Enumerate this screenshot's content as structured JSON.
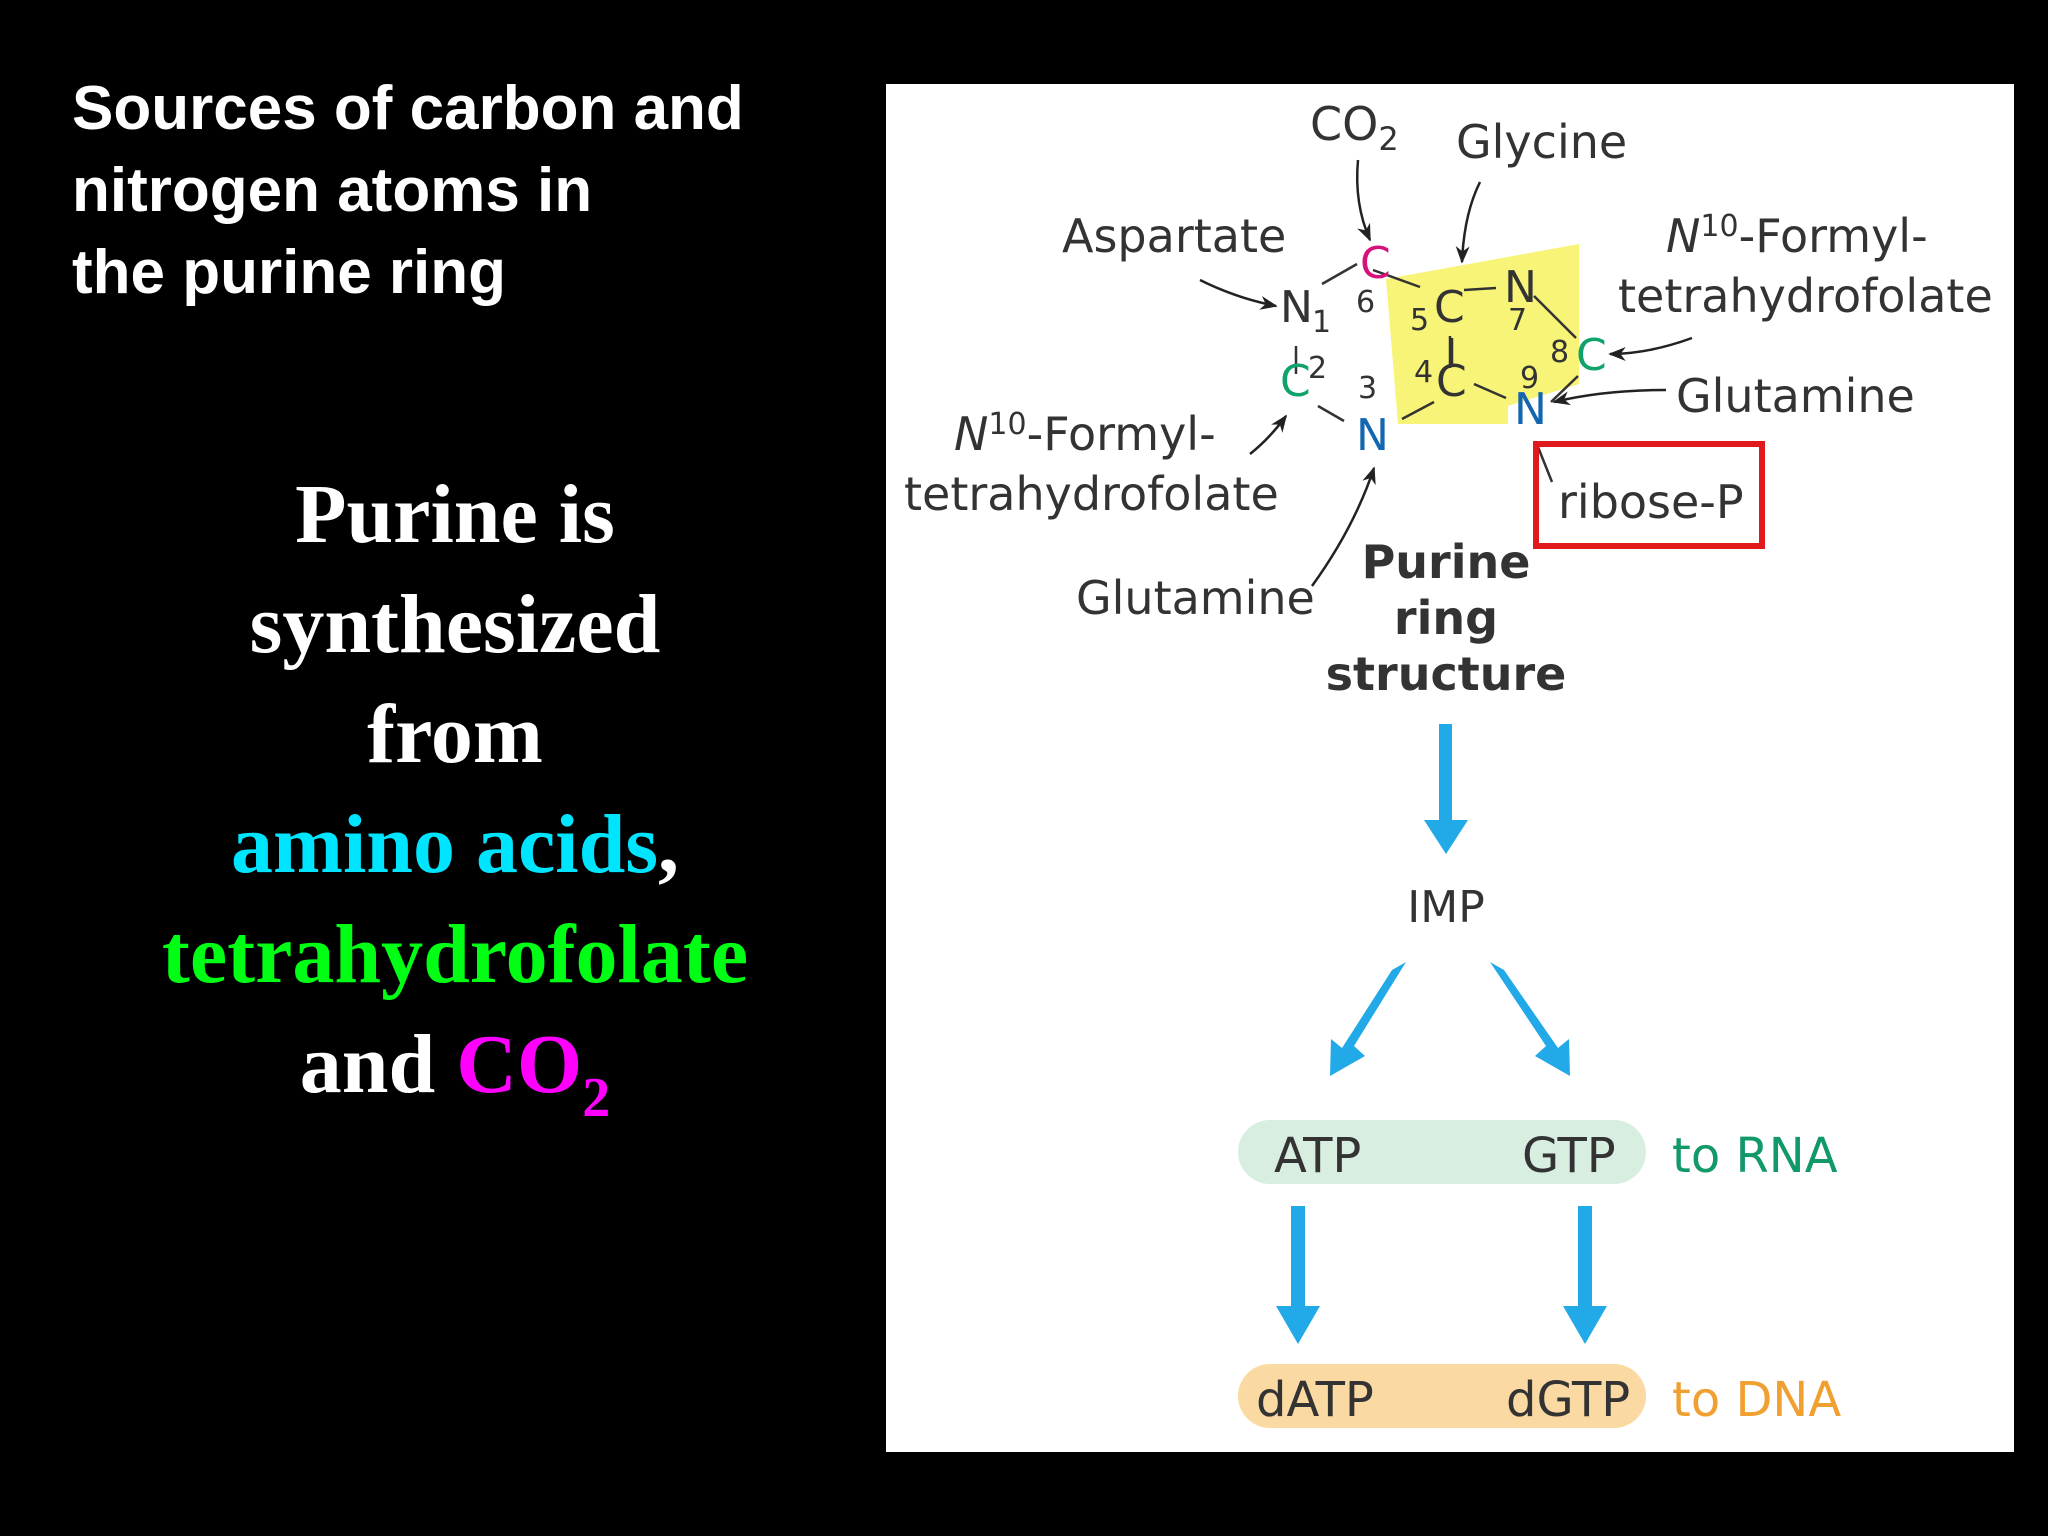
{
  "slide": {
    "title_lines": [
      "Sources of carbon and",
      "nitrogen atoms in",
      "the purine ring"
    ],
    "summary": {
      "line1": "Purine is",
      "line2": "synthesized",
      "line3": "from",
      "amino_acids": "amino acids",
      "comma": ",",
      "thf": "tetrahydrofolate",
      "and": "and ",
      "co2_main": "CO",
      "co2_sub": "2"
    }
  },
  "colors": {
    "amino_acids": "#00e5ff",
    "thf": "#00ff14",
    "co2": "#ff00ff",
    "c6_atom": "#d6127a",
    "green_atom": "#0fa36b",
    "blue_atom": "#1566b0",
    "highlight": "#f8f477",
    "arrow": "#22a9e8",
    "box_red": "#e0191c",
    "rna_pill": "#d7eee1",
    "dna_pill": "#fbd9a3",
    "to_rna": "#129968",
    "to_dna": "#f0a030"
  },
  "diagram": {
    "sources": {
      "co2_main": "CO",
      "co2_sub": "2",
      "glycine": "Glycine",
      "aspartate": "Aspartate",
      "formyl_top_sup": "10",
      "formyl_top_rest": "-Formyl-",
      "formyl_top_line2": "tetrahydrofolate",
      "glutamine_right": "Glutamine",
      "formyl_left_sup": "10",
      "formyl_left_rest": "-Formyl-",
      "formyl_left_line2": "tetrahydrofolate",
      "glutamine_bottom": "Glutamine",
      "n_italic": "N"
    },
    "ring": {
      "atoms": {
        "n1": "N",
        "c2": "C",
        "n3": "N",
        "c4": "C",
        "c5": "C",
        "c6": "C",
        "n7": "N",
        "c8": "C",
        "n9": "N"
      },
      "numbers": [
        "1",
        "2",
        "3",
        "4",
        "5",
        "6",
        "7",
        "8",
        "9"
      ]
    },
    "ribose": "ribose-P",
    "ring_label": [
      "Purine",
      "ring",
      "structure"
    ],
    "imp": "IMP",
    "atp": "ATP",
    "gtp": "GTP",
    "to_rna": "to RNA",
    "datp": "dATP",
    "dgtp": "dGTP",
    "to_dna": "to DNA"
  }
}
